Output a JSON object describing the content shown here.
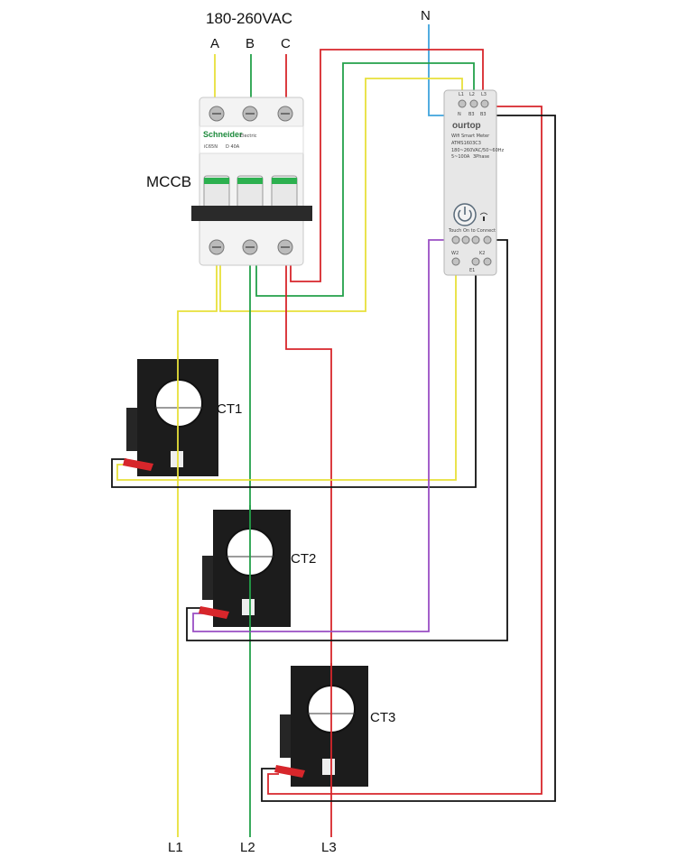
{
  "supply": {
    "voltage": "180-260VAC",
    "phases": [
      "A",
      "B",
      "C"
    ],
    "neutral": "N"
  },
  "breaker": {
    "label": "MCCB",
    "brand": "Schneider",
    "brand_sub": "Electric",
    "spec_model": "iC65N",
    "spec_rating": "D 40A"
  },
  "meter": {
    "brand": "ourtop",
    "title": "Wifi Smart Meter",
    "model": "ATMS1603C3",
    "rating_line": "180~260VAC/50~60Hz",
    "current_line": "5~100A",
    "phase_line": "3Phase",
    "touch_label": "Touch On to Connect",
    "top_terminals": [
      "L1",
      "L2",
      "L3"
    ],
    "top_sub_terminals": [
      "N",
      "B3",
      "B3"
    ],
    "bottom_terminals": [
      "W2",
      "K2",
      "E1"
    ]
  },
  "cts": [
    {
      "label": "CT1"
    },
    {
      "label": "CT2"
    },
    {
      "label": "CT3"
    }
  ],
  "outputs": [
    "L1",
    "L2",
    "L3"
  ],
  "colors": {
    "yellow": "#e8e03a",
    "green": "#23a14a",
    "red": "#d7262b",
    "blue": "#3fa4dc",
    "purple": "#9a4fc4",
    "black": "#111111",
    "ct_body": "#1c1c1c"
  }
}
